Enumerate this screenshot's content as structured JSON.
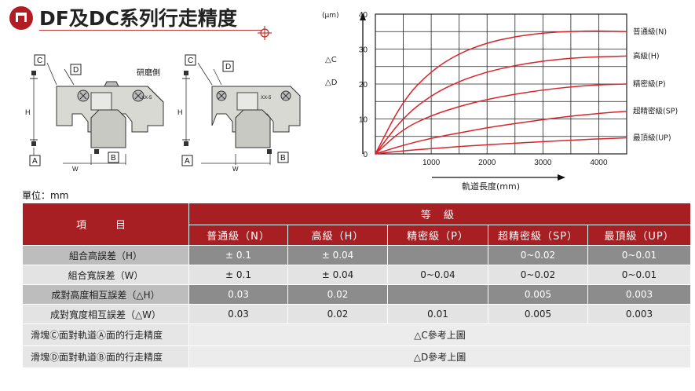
{
  "header": {
    "title": "DF及DC系列行走精度"
  },
  "diagram": {
    "labels": {
      "C": "C",
      "D": "D",
      "A": "A",
      "B": "B",
      "H": "H",
      "W": "W",
      "grinding_side": "研磨側",
      "marking": "XX-5"
    }
  },
  "unit_label": "單位：mm",
  "chart_data": {
    "type": "line",
    "title": "",
    "xlabel": "軌道長度(mm)",
    "ylabel": "(μm)",
    "ylabel_extra": [
      "△C",
      "△D"
    ],
    "xlim": [
      0,
      4500
    ],
    "ylim": [
      0,
      40
    ],
    "x_ticks": [
      1000,
      2000,
      3000,
      4000
    ],
    "y_ticks": [
      0,
      10,
      20,
      30,
      40
    ],
    "x_tick_labels": [
      "1000",
      "2000",
      "3000",
      "4000"
    ],
    "y_tick_labels": [
      "0",
      "10",
      "20",
      "30",
      "40"
    ],
    "grid": true,
    "line_color": "#d8242b",
    "x": [
      0,
      500,
      1000,
      1500,
      2000,
      2500,
      3000,
      3500,
      4000,
      4500
    ],
    "series": [
      {
        "name": "普通級(N)",
        "values": [
          0,
          15.5,
          23.8,
          28.8,
          31.8,
          33.6,
          34.6,
          35.1,
          35.2,
          35
        ]
      },
      {
        "name": "高級(H)",
        "values": [
          0,
          10.5,
          16.8,
          20.8,
          23.5,
          25.3,
          26.6,
          27.4,
          27.8,
          28
        ]
      },
      {
        "name": "精密級(P)",
        "values": [
          0,
          7.2,
          11.0,
          13.6,
          15.6,
          17.1,
          18.3,
          19.2,
          19.8,
          20
        ]
      },
      {
        "name": "超精密級(SP)",
        "values": [
          0,
          2.5,
          4.5,
          6.0,
          7.5,
          8.7,
          9.8,
          10.8,
          11.6,
          12.2
        ]
      },
      {
        "name": "最頂級(UP)",
        "values": [
          0,
          0.9,
          1.5,
          2.1,
          2.6,
          3.1,
          3.5,
          3.9,
          4.3,
          4.6
        ]
      }
    ]
  },
  "table": {
    "header_item": "項　目",
    "header_grade": "等  級",
    "grades": [
      "普通級（N）",
      "高級（H）",
      "精密級（P）",
      "超精密級（SP）",
      "最頂級（UP）"
    ],
    "rows": [
      {
        "label": "組合高誤差（H）",
        "values": [
          "± 0.1",
          "± 0.04",
          "",
          "0~0.02",
          "0~0.01"
        ]
      },
      {
        "label": "組合寬誤差（W）",
        "values": [
          "± 0.1",
          "± 0.04",
          "0~0.04",
          "0~0.02",
          "0~0.01"
        ]
      },
      {
        "label": "成對高度相互誤差（△H）",
        "values": [
          "0.03",
          "0.02",
          "",
          "0.005",
          "0.003"
        ]
      },
      {
        "label": "成對寬度相互誤差（△W）",
        "values": [
          "0.03",
          "0.02",
          "0.01",
          "0.005",
          "0.003"
        ]
      }
    ],
    "wide_rows": [
      {
        "label": "滑塊Ⓒ面對軌道Ⓐ面的行走精度",
        "value": "△C參考上圖"
      },
      {
        "label": "滑塊Ⓓ面對軌道Ⓑ面的行走精度",
        "value": "△D參考上圖"
      }
    ]
  }
}
